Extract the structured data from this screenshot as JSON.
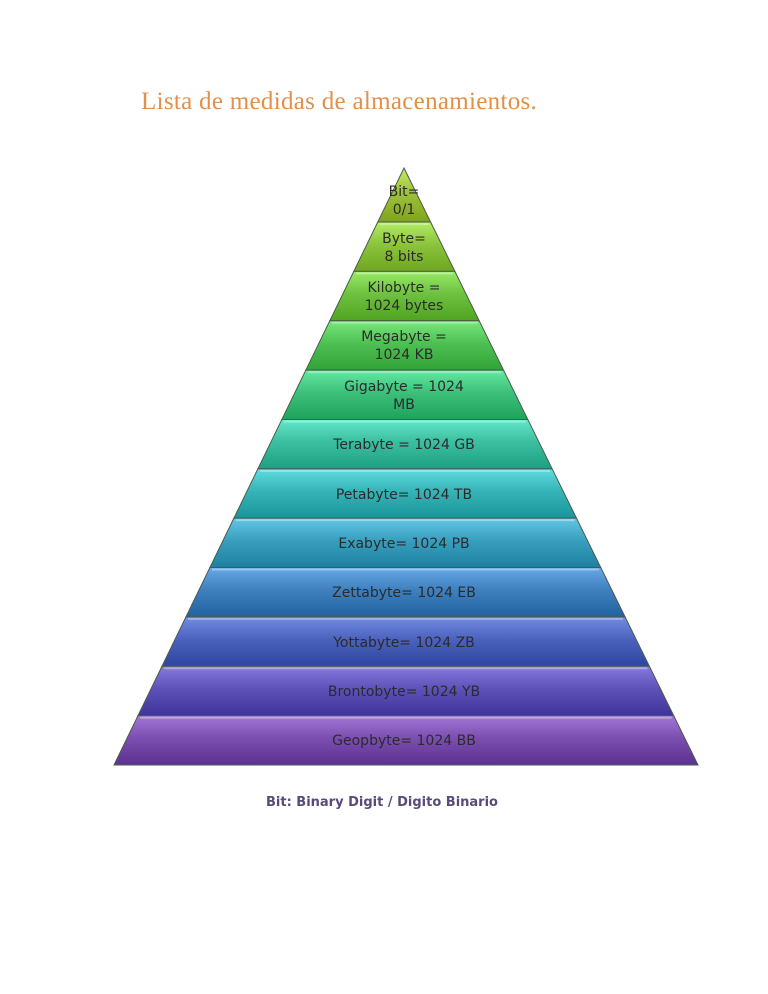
{
  "title": "Lista de medidas de almacenamientos.",
  "footnote": "Bit: Binary Digit / Digito Binario",
  "tiers": [
    {
      "label": "Bit=\n0/1",
      "color": "#9ec23a"
    },
    {
      "label": "Byte=\n8 bits",
      "color": "#8cc43d"
    },
    {
      "label": "Kilobyte =\n1024 bytes",
      "color": "#6fc23f"
    },
    {
      "label": "Megabyte =\n1024  KB",
      "color": "#4fc154"
    },
    {
      "label": "Gigabyte =  1024\nMB",
      "color": "#3cc07a"
    },
    {
      "label": "Terabyte = 1024 GB",
      "color": "#3bbfa0"
    },
    {
      "label": "Petabyte=  1024 TB",
      "color": "#36b4b8"
    },
    {
      "label": "Exabyte=  1024 PB",
      "color": "#3a9fbe"
    },
    {
      "label": "Zettabyte=  1024 EB",
      "color": "#3f80bf"
    },
    {
      "label": "Yottabyte=  1024 ZB",
      "color": "#4b63bd"
    },
    {
      "label": "Brontobyte=  1024 YB",
      "color": "#5e52b8"
    },
    {
      "label": "Geopbyte=  1024 BB",
      "color": "#7b4fb0"
    }
  ]
}
